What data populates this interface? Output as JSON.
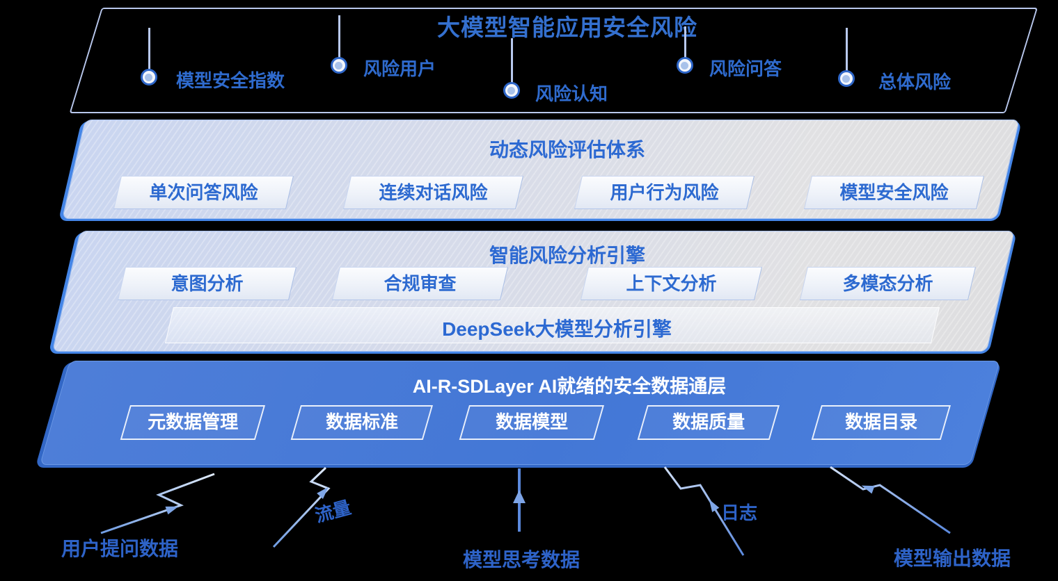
{
  "diagram": {
    "title": "大模型智能应用安全风险",
    "indicators": [
      {
        "label": "模型安全指数"
      },
      {
        "label": "风险用户"
      },
      {
        "label": "风险认知"
      },
      {
        "label": "风险问答"
      },
      {
        "label": "总体风险"
      }
    ],
    "layers": [
      {
        "title": "动态风险评估体系",
        "boxes": [
          "单次问答风险",
          "连续对话风险",
          "用户行为风险",
          "模型安全风险"
        ]
      },
      {
        "title": "智能风险分析引擎",
        "boxes": [
          "意图分析",
          "合规审查",
          "上下文分析",
          "多模态分析"
        ],
        "engine_bar": "DeepSeek大模型分析引擎"
      },
      {
        "title": "AI-R-SDLayer AI就绪的安全数据通层",
        "boxes": [
          "元数据管理",
          "数据标准",
          "数据模型",
          "数据质量",
          "数据目录"
        ]
      }
    ],
    "data_sources": {
      "user_question": "用户提问数据",
      "traffic": "流量",
      "model_thinking": "模型思考数据",
      "log": "日志",
      "model_output": "模型输出数据"
    },
    "colors": {
      "accent_blue": "#2d6ad0",
      "layer_blue": "#4377d6",
      "edge_blue": "#4485e6",
      "outline_light": "#b8c7ec",
      "background": "#000000",
      "white": "#ffffff"
    }
  }
}
